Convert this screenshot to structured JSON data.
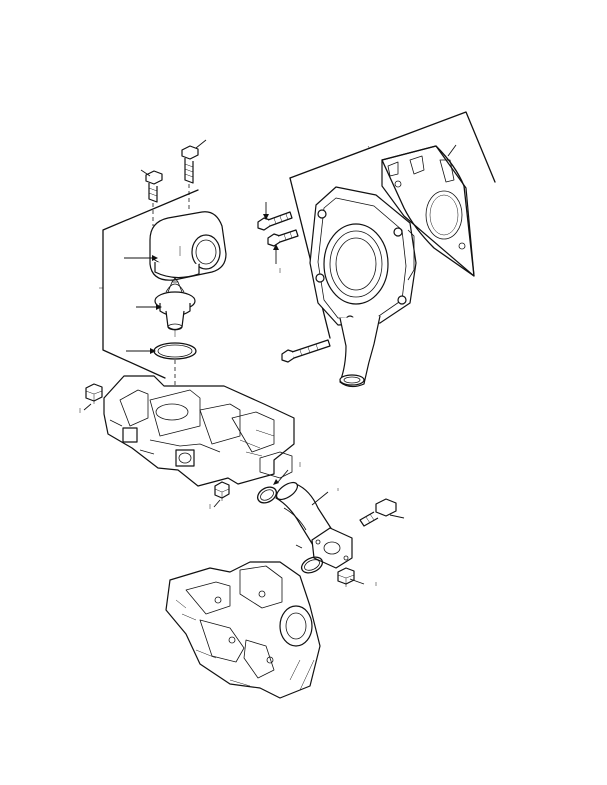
{
  "diagram": {
    "callouts": [
      {
        "id": "c1",
        "label": ""
      },
      {
        "id": "c2",
        "label": ""
      },
      {
        "id": "c3",
        "label": ""
      },
      {
        "id": "c4",
        "label": ""
      },
      {
        "id": "c5",
        "label": ""
      },
      {
        "id": "c6",
        "label": ""
      },
      {
        "id": "c7",
        "label": ""
      },
      {
        "id": "c8",
        "label": ""
      },
      {
        "id": "c9",
        "label": ""
      },
      {
        "id": "c10",
        "label": ""
      },
      {
        "id": "c11",
        "label": ""
      },
      {
        "id": "c12",
        "label": ""
      },
      {
        "id": "c13",
        "label": ""
      },
      {
        "id": "c14",
        "label": ""
      },
      {
        "id": "c15",
        "label": ""
      },
      {
        "id": "c16",
        "label": ""
      },
      {
        "id": "c17",
        "label": ""
      }
    ]
  }
}
